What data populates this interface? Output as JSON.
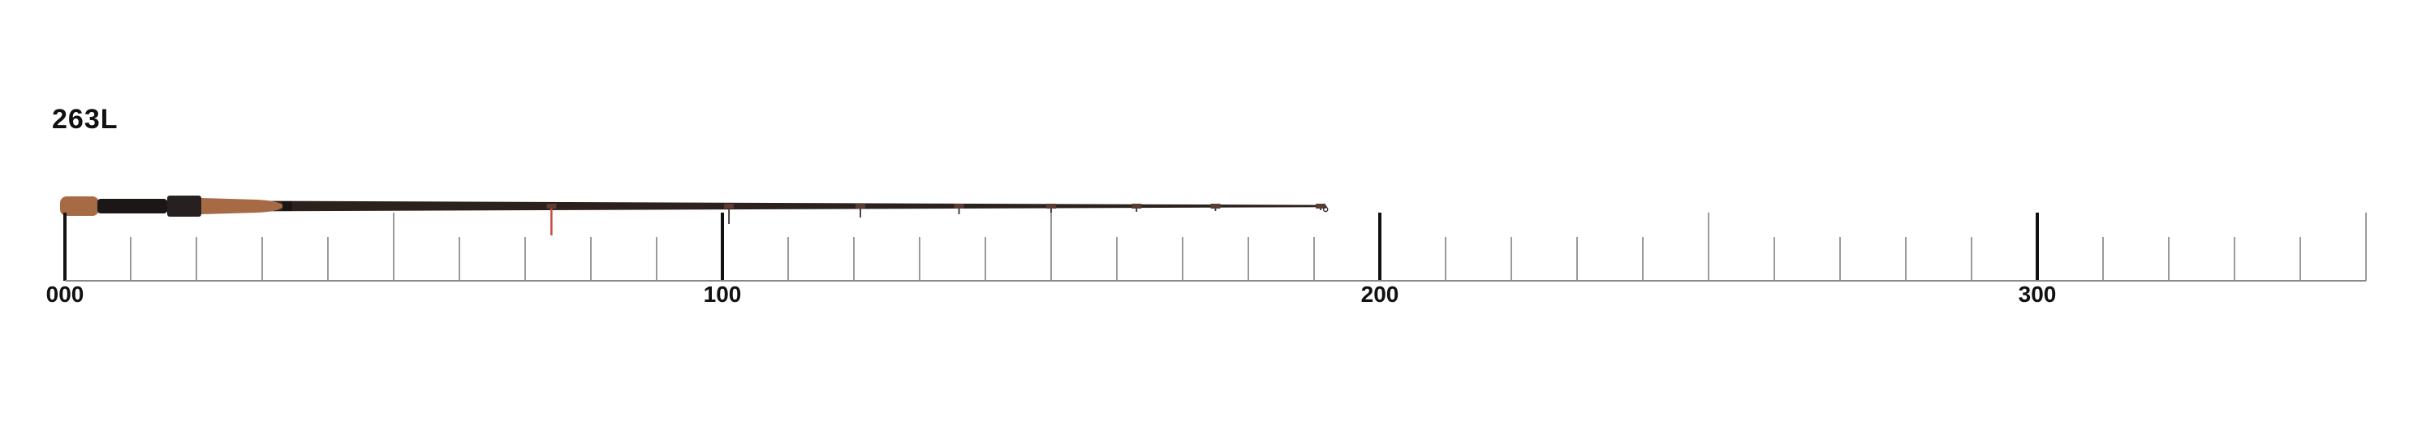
{
  "product": {
    "model": "263L"
  },
  "scale": {
    "unit_labels": [
      "000",
      "100",
      "200",
      "300"
    ],
    "max": 350,
    "minor_step": 10
  },
  "rod": {
    "length": 192,
    "handle_color": "#a66b45",
    "blank_color": "#2b211d",
    "guide_color": "#3a3030",
    "accent_color": "#c84a3a"
  }
}
